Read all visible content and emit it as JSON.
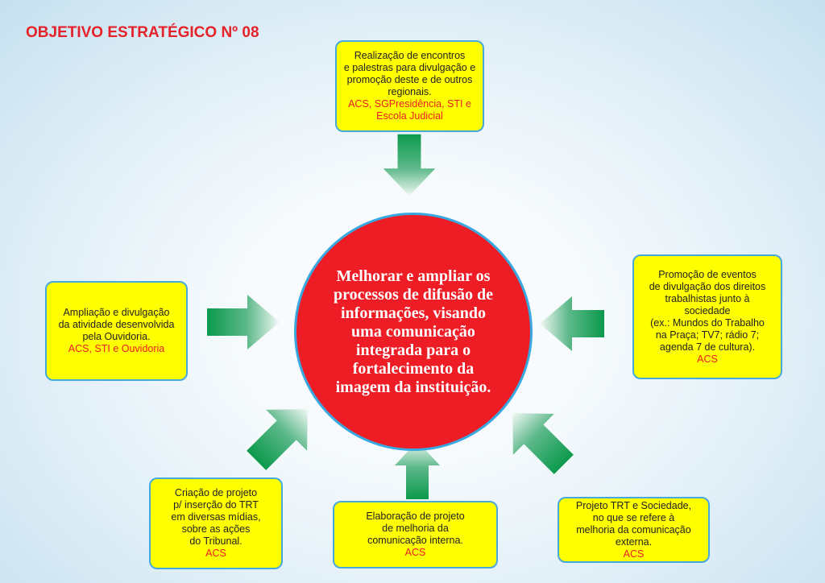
{
  "title": "OBJETIVO ESTRATÉGICO Nº 08",
  "center": "Melhorar e ampliar os\nprocessos de difusão de\ninformações, visando\numa comunicação\nintegrada para o\nfortalecimento da\nimagem da instituição.",
  "boxes": {
    "top": {
      "text": "Realização de encontros\ne palestras para divulgação e\npromoção deste e de outros\nregionais.",
      "resp": "ACS, SGPresidência, STI e\nEscola Judicial"
    },
    "left": {
      "text": "Ampliação e divulgação\nda atividade desenvolvida\npela Ouvidoria.",
      "resp": "ACS, STI e Ouvidoria"
    },
    "right": {
      "text": "Promoção de eventos\nde divulgação dos direitos\ntrabalhistas junto à\nsociedade\n(ex.: Mundos do Trabalho\nna Praça; TV7; rádio 7;\nagenda 7 de cultura).",
      "resp": "ACS"
    },
    "bottom_left": {
      "text": "Criação de projeto\np/ inserção do TRT\nem diversas mídias,\nsobre as ações\ndo Tribunal.",
      "resp": "ACS"
    },
    "bottom_mid": {
      "text": "Elaboração de projeto\nde melhoria da\ncomunicação interna.",
      "resp": "ACS"
    },
    "bottom_right": {
      "text": "Projeto TRT e Sociedade,\nno que se refere à\nmelhoria da comunicação\nexterna.",
      "resp": "ACS"
    }
  },
  "colors": {
    "box": "#ffff00",
    "circle": "#ee1c24",
    "resp": "#ee1c24",
    "arrow": "#0b9a4c"
  }
}
